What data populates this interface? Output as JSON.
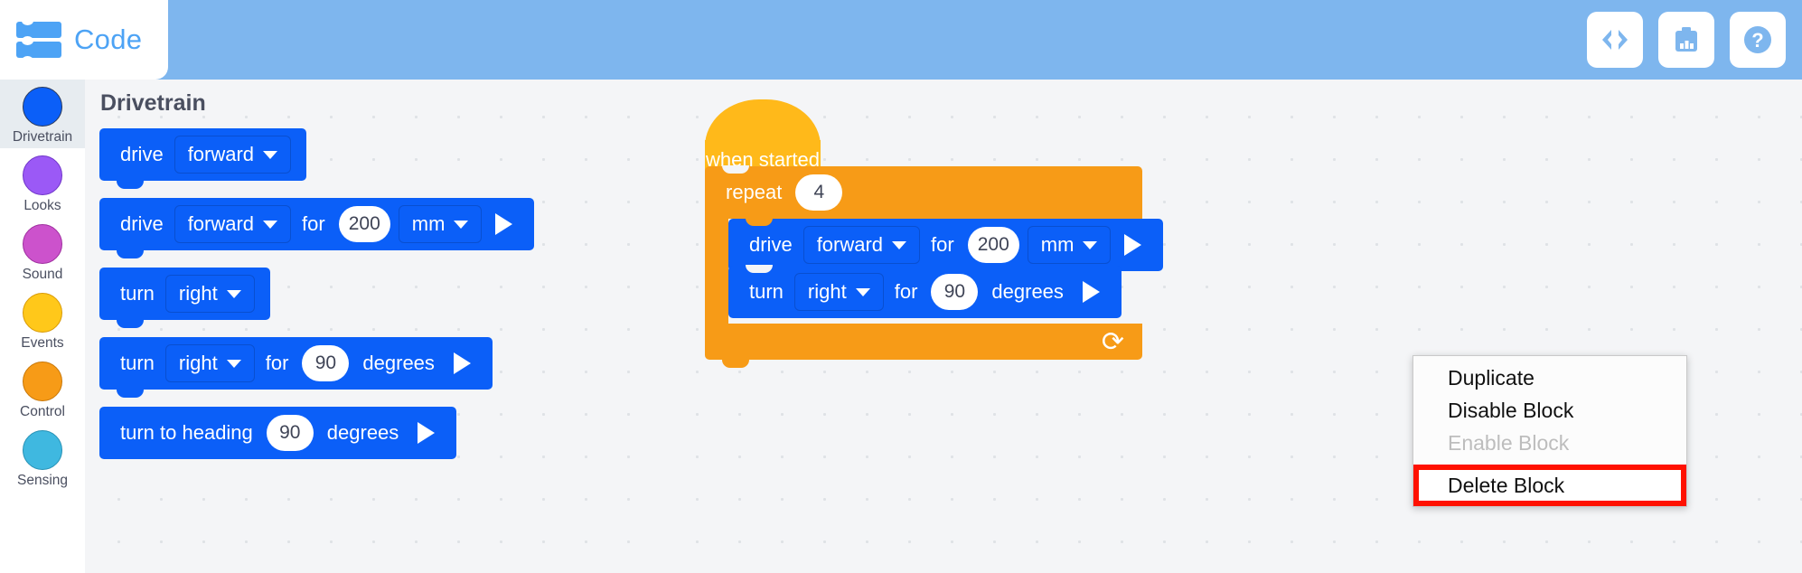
{
  "app": {
    "logo_label": "Code",
    "logo_icon": "vexcode-blocks-icon"
  },
  "toolbar": {
    "buttons": [
      {
        "name": "code-viewer-button",
        "icon": "angle-brackets-icon",
        "label": "<>"
      },
      {
        "name": "data-monitor-button",
        "icon": "bar-chart-clipboard-icon",
        "label": ""
      },
      {
        "name": "help-button",
        "icon": "question-mark-circle-icon",
        "label": "?"
      }
    ]
  },
  "sidebar": {
    "items": [
      {
        "label": "Drivetrain",
        "color": "#0B5FF8",
        "selected": true
      },
      {
        "label": "Looks",
        "color": "#9B59F6",
        "selected": false
      },
      {
        "label": "Sound",
        "color": "#CC52CC",
        "selected": false
      },
      {
        "label": "Events",
        "color": "#FFC81A",
        "selected": false
      },
      {
        "label": "Control",
        "color": "#F79B17",
        "selected": false
      },
      {
        "label": "Sensing",
        "color": "#3FB8E0",
        "selected": false
      }
    ]
  },
  "palette": {
    "title": "Drivetrain",
    "blocks": [
      {
        "id": "drive-dir",
        "words": [
          "drive"
        ],
        "dropdown": "forward"
      },
      {
        "id": "drive-dist",
        "words": [
          "drive"
        ],
        "dropdown": "forward",
        "for": "for",
        "value": "200",
        "unit": "mm"
      },
      {
        "id": "turn-dir",
        "words": [
          "turn"
        ],
        "dropdown": "right"
      },
      {
        "id": "turn-degrees",
        "words": [
          "turn"
        ],
        "dropdown": "right",
        "for": "for",
        "value": "90",
        "unit_label": "degrees"
      },
      {
        "id": "turn-to-heading",
        "label": "turn to heading",
        "value": "90",
        "unit_label": "degrees"
      }
    ]
  },
  "workspace": {
    "hat": {
      "label": "when started"
    },
    "repeat": {
      "label": "repeat",
      "count": "4",
      "loop_icon": "loop-arrow-icon"
    },
    "drive_block": {
      "label": "drive",
      "dropdown": "forward",
      "for": "for",
      "value": "200",
      "unit": "mm",
      "run_icon": "play-icon"
    },
    "turn_block": {
      "label": "turn",
      "dropdown": "right",
      "for": "for",
      "value": "90",
      "unit_label": "degrees",
      "run_icon": "play-icon"
    }
  },
  "context_menu": {
    "items": [
      {
        "label": "Duplicate",
        "disabled": false,
        "highlighted": false
      },
      {
        "label": "Disable Block",
        "disabled": false,
        "highlighted": false
      },
      {
        "label": "Enable Block",
        "disabled": true,
        "highlighted": false
      },
      {
        "label": "Delete Block",
        "disabled": false,
        "highlighted": true
      }
    ],
    "highlight_color": "#FF1100"
  },
  "colors": {
    "top_bar": "#7EB6EE",
    "canvas": "#F4F5F7",
    "drivetrain_blue": "#0B5FF8",
    "control_orange": "#F79B17",
    "events_yellow": "#FFB91A",
    "accent_link": "#4DA3F5"
  }
}
